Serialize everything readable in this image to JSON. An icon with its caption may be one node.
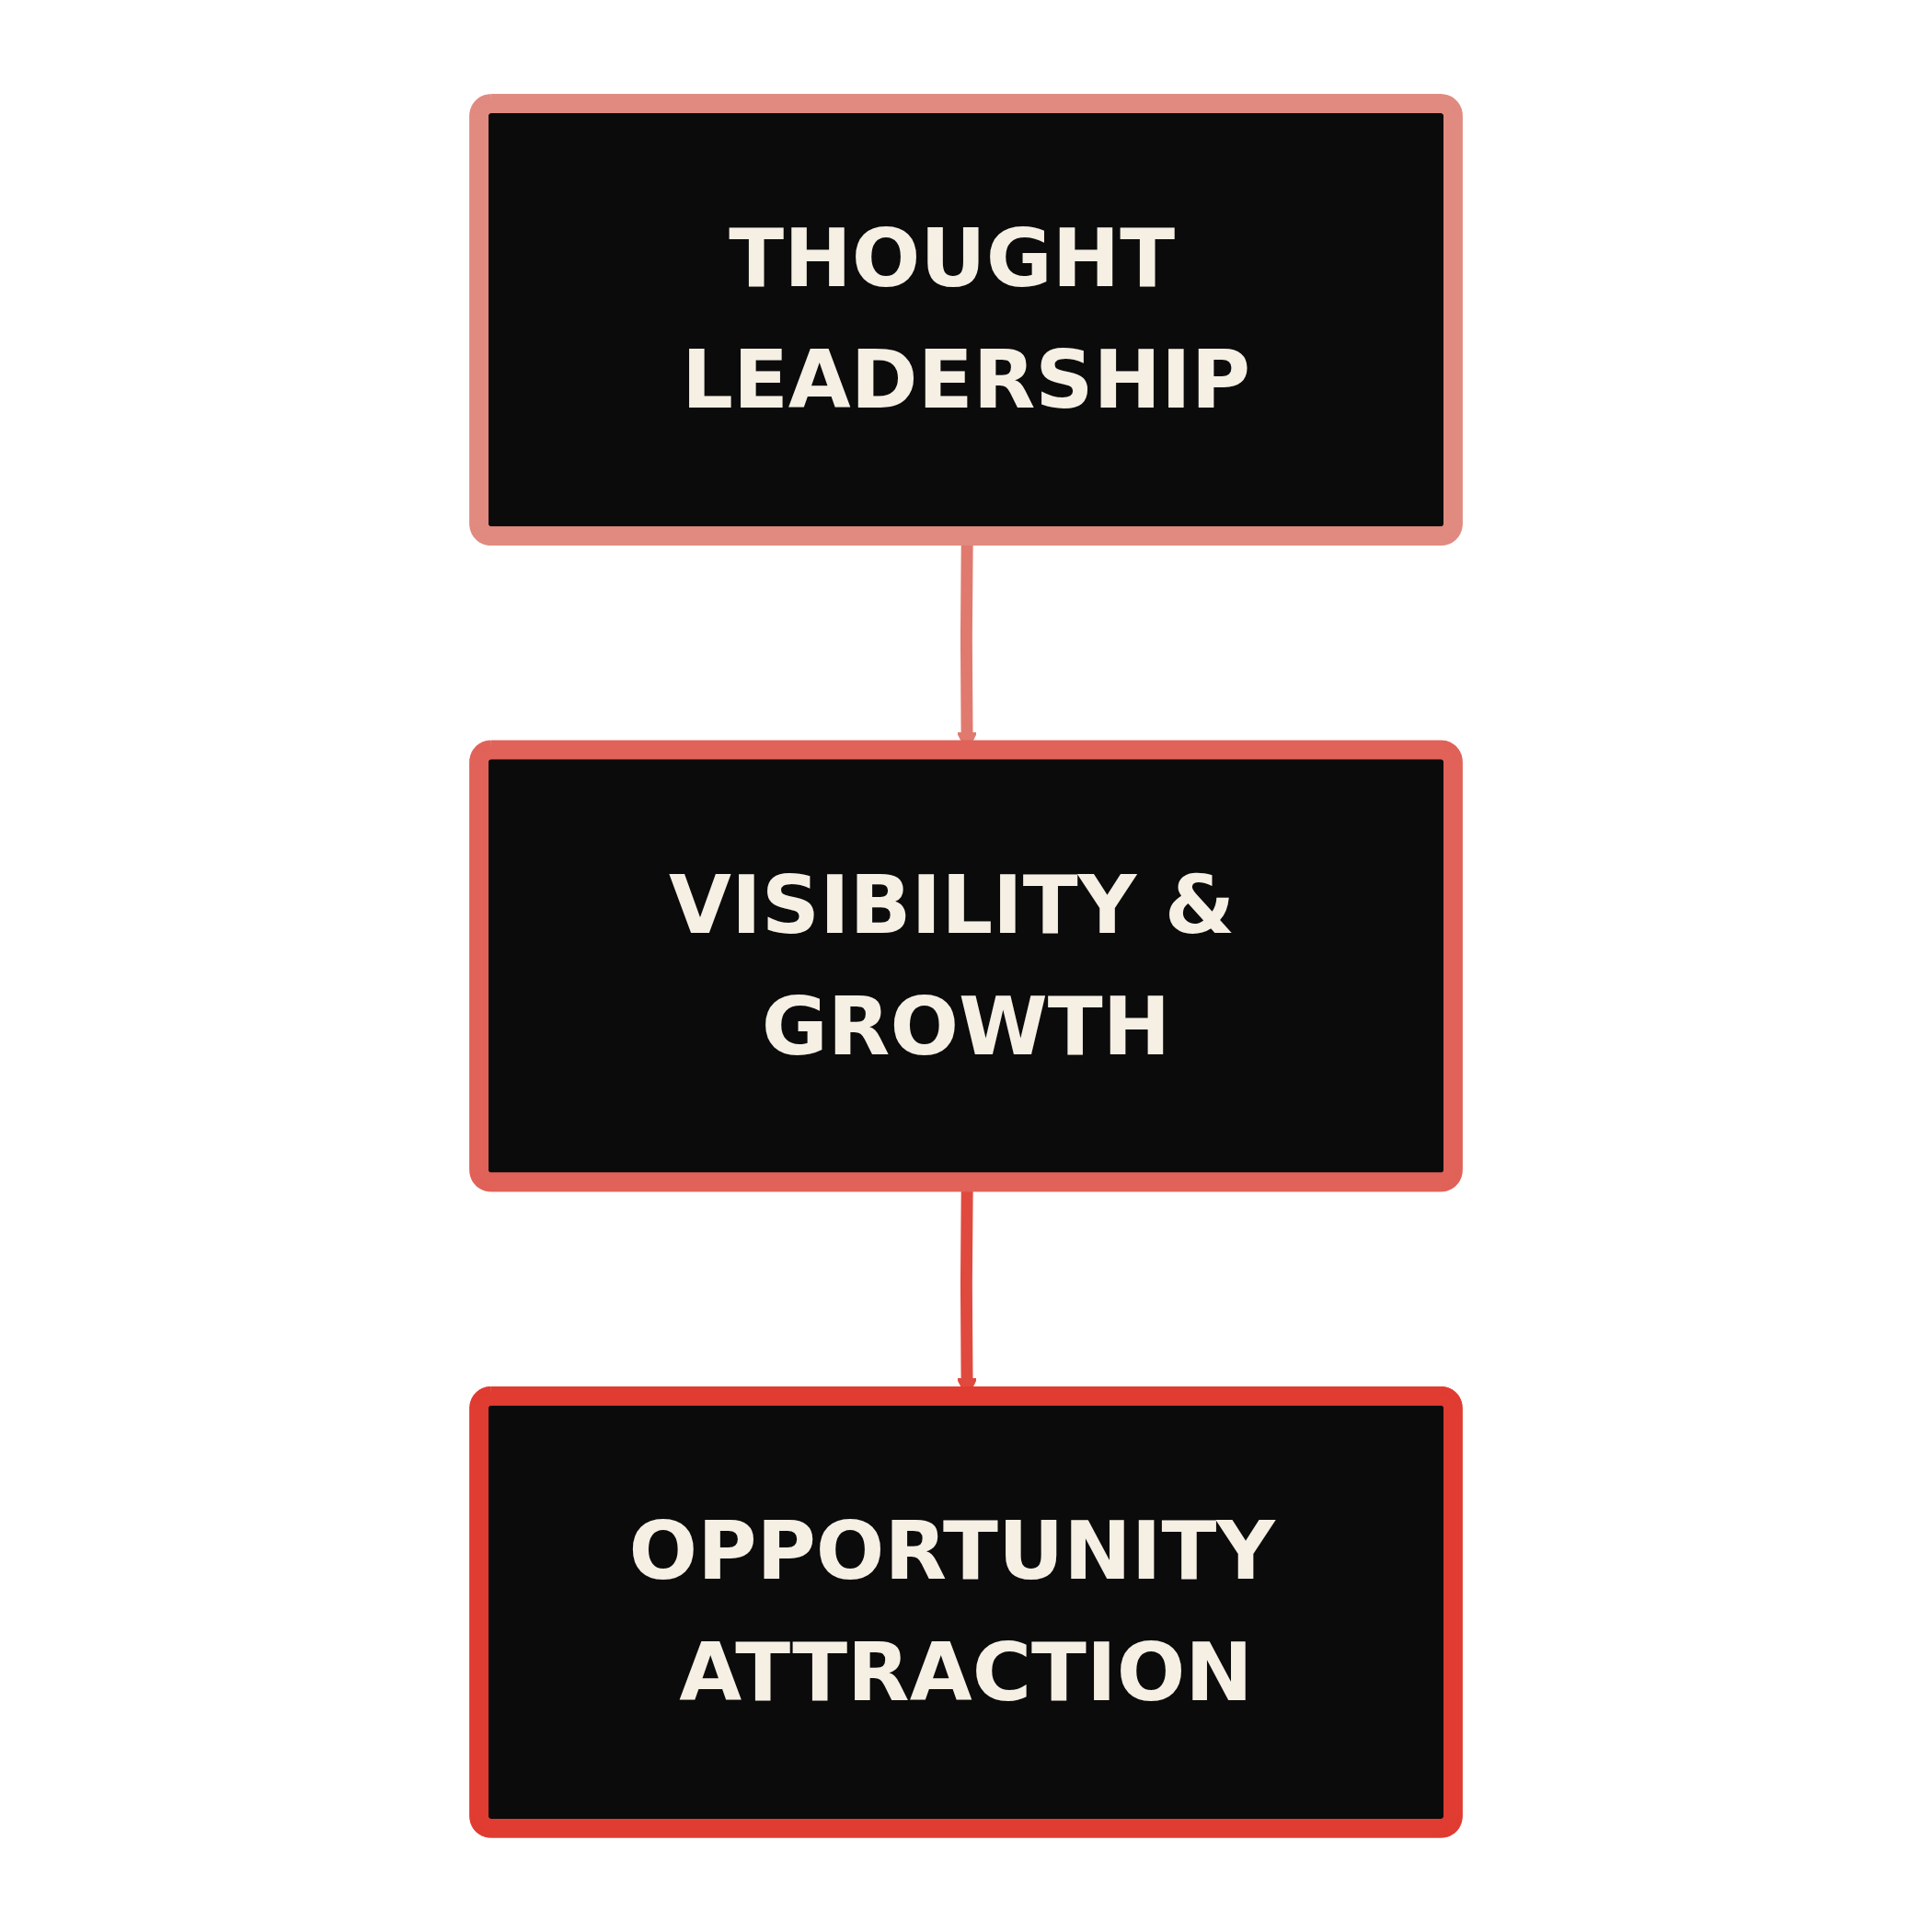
{
  "diagram": {
    "nodes": [
      {
        "text": [
          "THOUGHT LEADERSHIP"
        ]
      },
      {
        "text": [
          "VISIBILITY & GROWTH"
        ]
      },
      {
        "text": [
          "OPPORTUNITY ATTRACTION"
        ]
      }
    ],
    "edges": [
      {
        "from": 0,
        "to": 1,
        "arrow": "to",
        "color": "#e07a6e"
      },
      {
        "from": 1,
        "to": 2,
        "arrow": "to",
        "color": "#e04a3e"
      }
    ]
  }
}
